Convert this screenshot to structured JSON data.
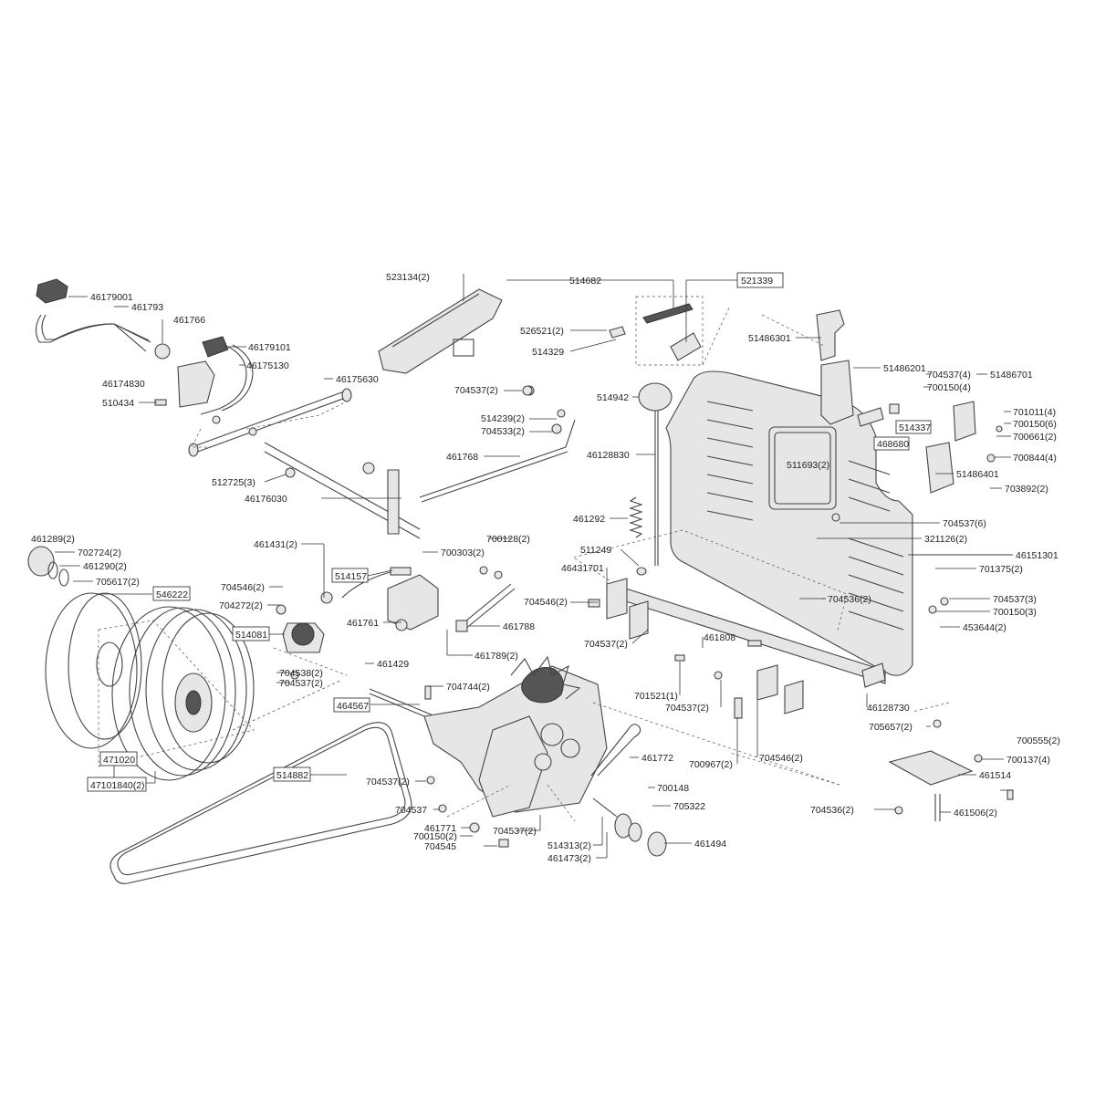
{
  "callouts": [
    {
      "text": "46179001",
      "boxed": false
    },
    {
      "text": "461793",
      "boxed": false
    },
    {
      "text": "461766",
      "boxed": false
    },
    {
      "text": "46179101",
      "boxed": false
    },
    {
      "text": "46175130",
      "boxed": false
    },
    {
      "text": "46174830",
      "boxed": false
    },
    {
      "text": "510434",
      "boxed": false
    },
    {
      "text": "46175630",
      "boxed": false
    },
    {
      "text": "512725(3)",
      "boxed": false
    },
    {
      "text": "46176030",
      "boxed": false
    },
    {
      "text": "523134(2)",
      "boxed": false
    },
    {
      "text": "514682",
      "boxed": false
    },
    {
      "text": "521339",
      "boxed": true
    },
    {
      "text": "526521(2)",
      "boxed": false
    },
    {
      "text": "514329",
      "boxed": false
    },
    {
      "text": "704537(2)",
      "boxed": false
    },
    {
      "text": "514239(2)",
      "boxed": false
    },
    {
      "text": "704533(2)",
      "boxed": false
    },
    {
      "text": "461768",
      "boxed": false
    },
    {
      "text": "514942",
      "boxed": false
    },
    {
      "text": "46128830",
      "boxed": false
    },
    {
      "text": "51486301",
      "boxed": false
    },
    {
      "text": "51486201",
      "boxed": false
    },
    {
      "text": "704537(4)",
      "boxed": false
    },
    {
      "text": "51486701",
      "boxed": false
    },
    {
      "text": "700150(4)",
      "boxed": false
    },
    {
      "text": "514337",
      "boxed": true
    },
    {
      "text": "701011(4)",
      "boxed": false
    },
    {
      "text": "700150(6)",
      "boxed": false
    },
    {
      "text": "468680",
      "boxed": true
    },
    {
      "text": "700661(2)",
      "boxed": false
    },
    {
      "text": "700844(4)",
      "boxed": false
    },
    {
      "text": "511693(2)",
      "boxed": false
    },
    {
      "text": "51486401",
      "boxed": false
    },
    {
      "text": "703892(2)",
      "boxed": false
    },
    {
      "text": "461292",
      "boxed": false
    },
    {
      "text": "704537(6)",
      "boxed": false
    },
    {
      "text": "321126(2)",
      "boxed": false
    },
    {
      "text": "461289(2)",
      "boxed": false
    },
    {
      "text": "702724(2)",
      "boxed": false
    },
    {
      "text": "461290(2)",
      "boxed": false
    },
    {
      "text": "705617(2)",
      "boxed": false
    },
    {
      "text": "546222",
      "boxed": true
    },
    {
      "text": "461431(2)",
      "boxed": false
    },
    {
      "text": "700303(2)",
      "boxed": false
    },
    {
      "text": "700128(2)",
      "boxed": false
    },
    {
      "text": "511249",
      "boxed": false
    },
    {
      "text": "46431701",
      "boxed": false
    },
    {
      "text": "46151301",
      "boxed": false
    },
    {
      "text": "701375(2)",
      "boxed": false
    },
    {
      "text": "514157",
      "boxed": true
    },
    {
      "text": "704546(2)",
      "boxed": false
    },
    {
      "text": "704272(2)",
      "boxed": false
    },
    {
      "text": "514081",
      "boxed": true
    },
    {
      "text": "461761",
      "boxed": false
    },
    {
      "text": "461788",
      "boxed": false
    },
    {
      "text": "461789(2)",
      "boxed": false
    },
    {
      "text": "704546(2)",
      "boxed": false
    },
    {
      "text": "704537(2)",
      "boxed": false
    },
    {
      "text": "461808",
      "boxed": false
    },
    {
      "text": "704536(2)",
      "boxed": false
    },
    {
      "text": "704537(3)",
      "boxed": false
    },
    {
      "text": "700150(3)",
      "boxed": false
    },
    {
      "text": "453644(2)",
      "boxed": false
    },
    {
      "text": "461429",
      "boxed": false
    },
    {
      "text": "704538(2)",
      "boxed": false
    },
    {
      "text": "704537(2)",
      "boxed": false
    },
    {
      "text": "704744(2)",
      "boxed": false
    },
    {
      "text": "464567",
      "boxed": true
    },
    {
      "text": "701521(1)",
      "boxed": false
    },
    {
      "text": "704537(2)",
      "boxed": false
    },
    {
      "text": "46128730",
      "boxed": false
    },
    {
      "text": "705657(2)",
      "boxed": false
    },
    {
      "text": "700555(2)",
      "boxed": false
    },
    {
      "text": "461772",
      "boxed": false
    },
    {
      "text": "700967(2)",
      "boxed": false
    },
    {
      "text": "704546(2)",
      "boxed": false
    },
    {
      "text": "700137(4)",
      "boxed": false
    },
    {
      "text": "471020",
      "boxed": true
    },
    {
      "text": "514882",
      "boxed": true
    },
    {
      "text": "704537(2)",
      "boxed": false
    },
    {
      "text": "461514",
      "boxed": false
    },
    {
      "text": "47101840(2)",
      "boxed": true
    },
    {
      "text": "700148",
      "boxed": false
    },
    {
      "text": "705322",
      "boxed": false
    },
    {
      "text": "704537",
      "boxed": false
    },
    {
      "text": "704536(2)",
      "boxed": false
    },
    {
      "text": "461506(2)",
      "boxed": false
    },
    {
      "text": "461771",
      "boxed": false
    },
    {
      "text": "704537(2)",
      "boxed": false
    },
    {
      "text": "700150(2)",
      "boxed": false
    },
    {
      "text": "514313(2)",
      "boxed": false
    },
    {
      "text": "461473(2)",
      "boxed": false
    },
    {
      "text": "461494",
      "boxed": false
    },
    {
      "text": "704545",
      "boxed": false
    }
  ]
}
